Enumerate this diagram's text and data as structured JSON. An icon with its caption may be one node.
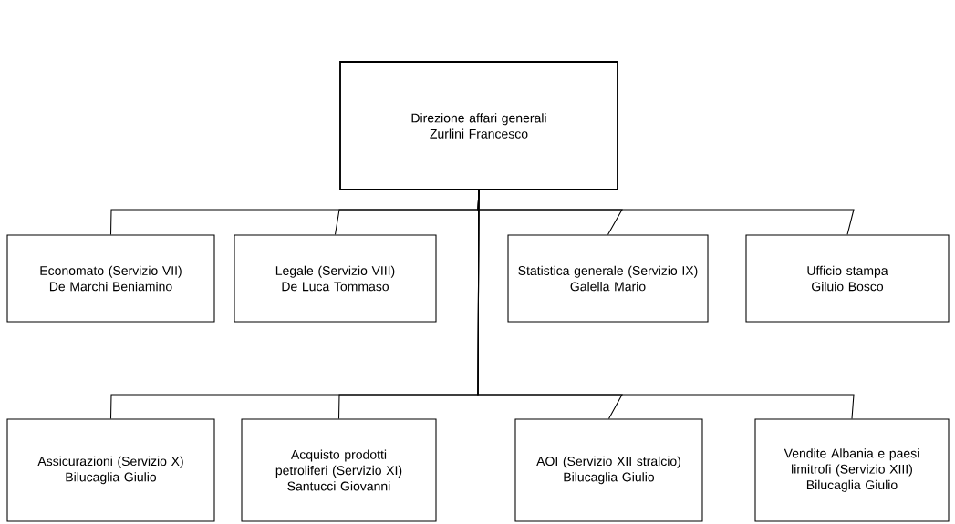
{
  "diagram": {
    "nodes": [
      {
        "text": [
          "Direzione affari generali",
          "Zurlini Francesco"
        ]
      },
      {
        "text": [
          "Economato (Servizio VII)",
          "De Marchi Beniamino"
        ]
      },
      {
        "text": [
          "Legale (Servizio VIII)",
          "De Luca Tommaso"
        ]
      },
      {
        "text": [
          "Statistica generale (Servizio IX)",
          "Galella Mario"
        ]
      },
      {
        "text": [
          "Ufficio stampa",
          "Giluio Bosco"
        ]
      },
      {
        "text": [
          "Assicurazioni (Servizio X)",
          "Bilucaglia Giulio"
        ]
      },
      {
        "text": [
          "Acquisto prodotti petroliferi (Servizio XI)",
          "Santucci Giovanni"
        ]
      },
      {
        "text": [
          "AOI (Servizio XII stralcio)",
          "Bilucaglia Giulio"
        ]
      },
      {
        "text": [
          "Vendite Albania e paesi limitrofi (Servizio XIII)",
          "Bilucaglia Giulio"
        ]
      }
    ],
    "edges": [
      {
        "from": 0,
        "to": 1,
        "arrow": "none"
      },
      {
        "from": 0,
        "to": 2,
        "arrow": "none"
      },
      {
        "from": 0,
        "to": 3,
        "arrow": "none"
      },
      {
        "from": 0,
        "to": 4,
        "arrow": "none"
      },
      {
        "from": 0,
        "to": 5,
        "arrow": "none"
      },
      {
        "from": 0,
        "to": 6,
        "arrow": "none"
      },
      {
        "from": 0,
        "to": 7,
        "arrow": "none"
      },
      {
        "from": 0,
        "to": 8,
        "arrow": "none"
      }
    ]
  }
}
